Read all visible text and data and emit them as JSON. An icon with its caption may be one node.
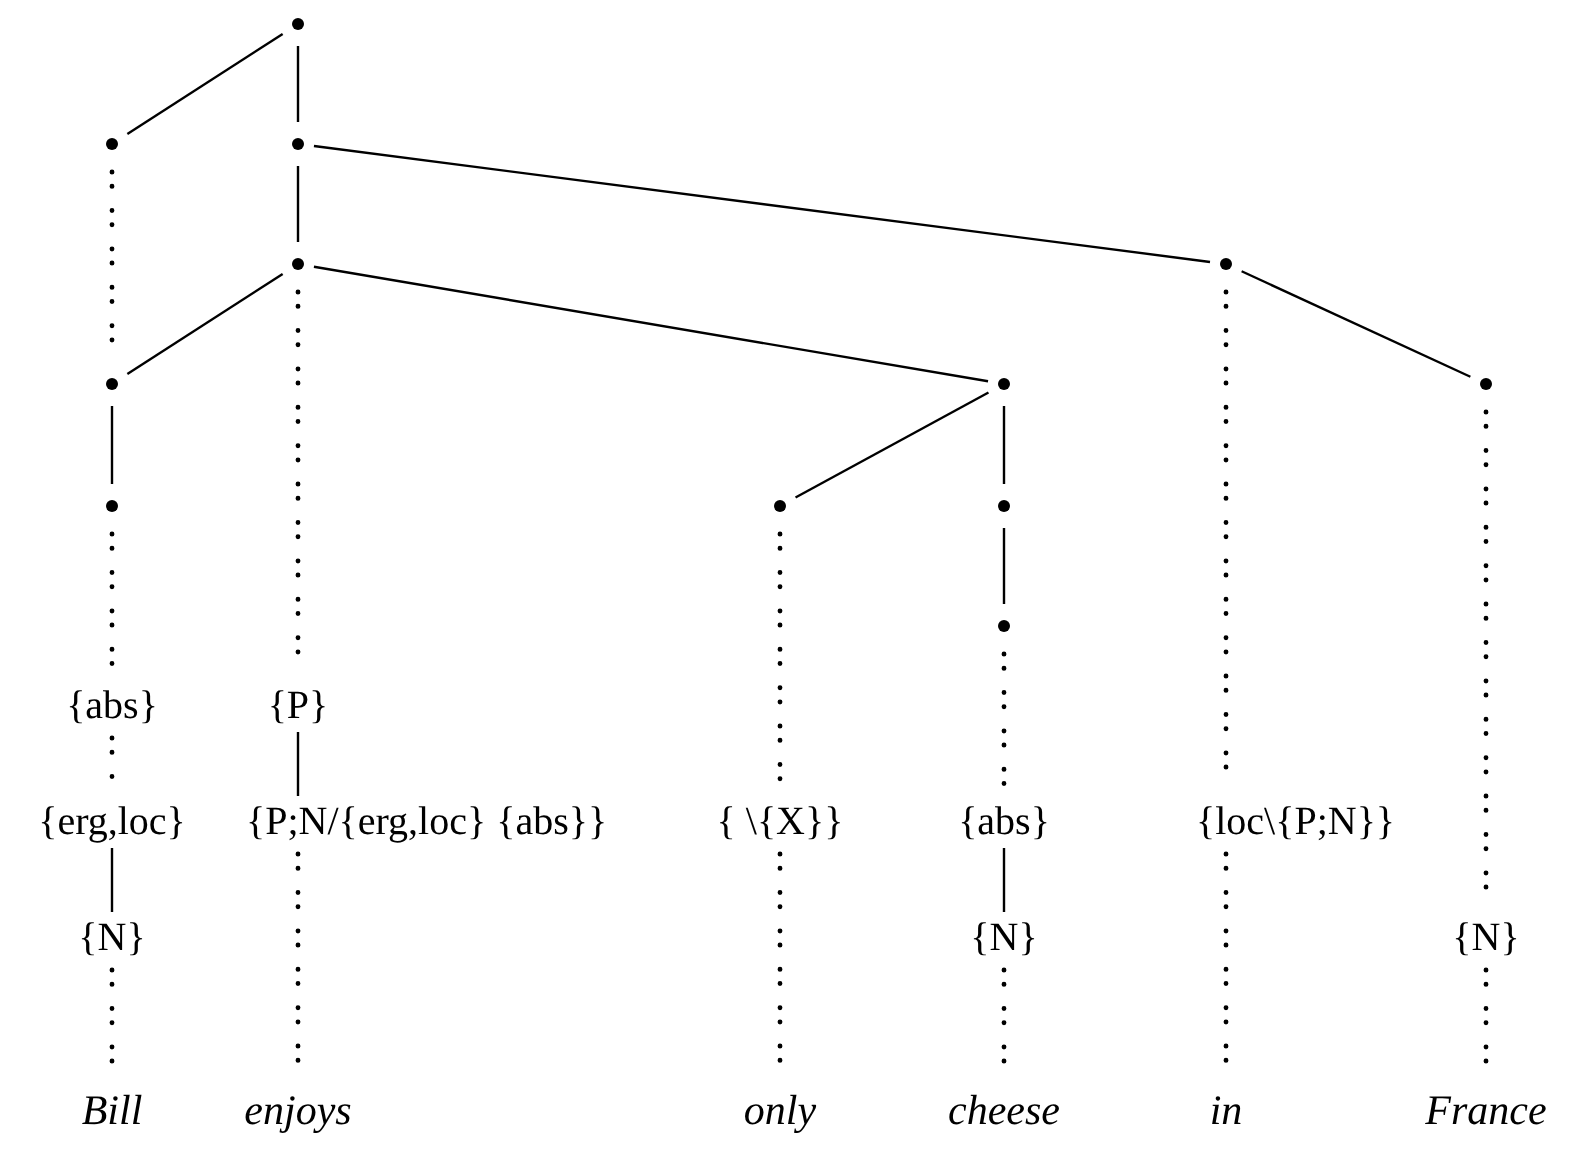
{
  "diagram": {
    "nodes": [
      {
        "text": [],
        "shape": "circle"
      },
      {
        "text": [],
        "shape": "circle"
      },
      {
        "text": [],
        "shape": "circle"
      },
      {
        "text": [],
        "shape": "circle"
      },
      {
        "text": [],
        "shape": "circle"
      },
      {
        "text": [],
        "shape": "circle"
      },
      {
        "text": [],
        "shape": "circle"
      },
      {
        "text": [],
        "shape": "circle"
      },
      {
        "text": [],
        "shape": "circle"
      },
      {
        "text": [],
        "shape": "circle"
      },
      {
        "text": [],
        "shape": "circle"
      },
      {
        "text": [],
        "shape": "circle"
      },
      {
        "text": [
          "{abs}"
        ]
      },
      {
        "text": [
          "{P}"
        ]
      },
      {
        "text": [
          "{erg,loc}"
        ]
      },
      {
        "text": [
          "{P;N/{erg,loc} {abs}}"
        ]
      },
      {
        "text": [
          "{ \\{X}}"
        ]
      },
      {
        "text": [
          "{abs}"
        ]
      },
      {
        "text": [
          "{loc\\{P;N}}"
        ]
      },
      {
        "text": [
          "{N}"
        ]
      },
      {
        "text": [
          "{N}"
        ]
      },
      {
        "text": [
          "{N}"
        ]
      },
      {
        "text": [
          "*Bill*"
        ]
      },
      {
        "text": [
          "*enjoys*"
        ]
      },
      {
        "text": [
          "*only*"
        ]
      },
      {
        "text": [
          "*cheese*"
        ]
      },
      {
        "text": [
          "*in*"
        ]
      },
      {
        "text": [
          "*France*"
        ]
      }
    ],
    "edges": [
      {
        "from": 0,
        "to": 1,
        "arrow": "none"
      },
      {
        "from": 0,
        "to": 2,
        "arrow": "none"
      },
      {
        "from": 2,
        "to": 3,
        "arrow": "none"
      },
      {
        "from": 2,
        "to": 4,
        "arrow": "none"
      },
      {
        "from": 1,
        "to": 5,
        "arrow": "none",
        "style": "dashed"
      },
      {
        "from": 3,
        "to": 5,
        "arrow": "none"
      },
      {
        "from": 3,
        "to": 6,
        "arrow": "none"
      },
      {
        "from": 4,
        "to": 7,
        "arrow": "none"
      },
      {
        "from": 5,
        "to": 8,
        "arrow": "none"
      },
      {
        "from": 6,
        "to": 9,
        "arrow": "none"
      },
      {
        "from": 6,
        "to": 10,
        "arrow": "none"
      },
      {
        "from": 10,
        "to": 11,
        "arrow": "none"
      },
      {
        "from": 8,
        "to": 12,
        "arrow": "none",
        "style": "dashed"
      },
      {
        "from": 3,
        "to": 13,
        "arrow": "none",
        "style": "dashed"
      },
      {
        "from": 13,
        "to": 15,
        "arrow": "none"
      },
      {
        "from": 12,
        "to": 14,
        "arrow": "none",
        "style": "dashed"
      },
      {
        "from": 14,
        "to": 19,
        "arrow": "none"
      },
      {
        "from": 19,
        "to": 22,
        "arrow": "none",
        "style": "dashed"
      },
      {
        "from": 15,
        "to": 23,
        "arrow": "none",
        "style": "dashed"
      },
      {
        "from": 9,
        "to": 16,
        "arrow": "none",
        "style": "dashed"
      },
      {
        "from": 16,
        "to": 24,
        "arrow": "none",
        "style": "dashed"
      },
      {
        "from": 11,
        "to": 17,
        "arrow": "none",
        "style": "dashed"
      },
      {
        "from": 17,
        "to": 20,
        "arrow": "none"
      },
      {
        "from": 20,
        "to": 25,
        "arrow": "none",
        "style": "dashed"
      },
      {
        "from": 4,
        "to": 18,
        "arrow": "none",
        "style": "dashed"
      },
      {
        "from": 18,
        "to": 26,
        "arrow": "none",
        "style": "dashed"
      },
      {
        "from": 7,
        "to": 21,
        "arrow": "none",
        "style": "dashed"
      },
      {
        "from": 21,
        "to": 27,
        "arrow": "none",
        "style": "dashed"
      }
    ]
  }
}
